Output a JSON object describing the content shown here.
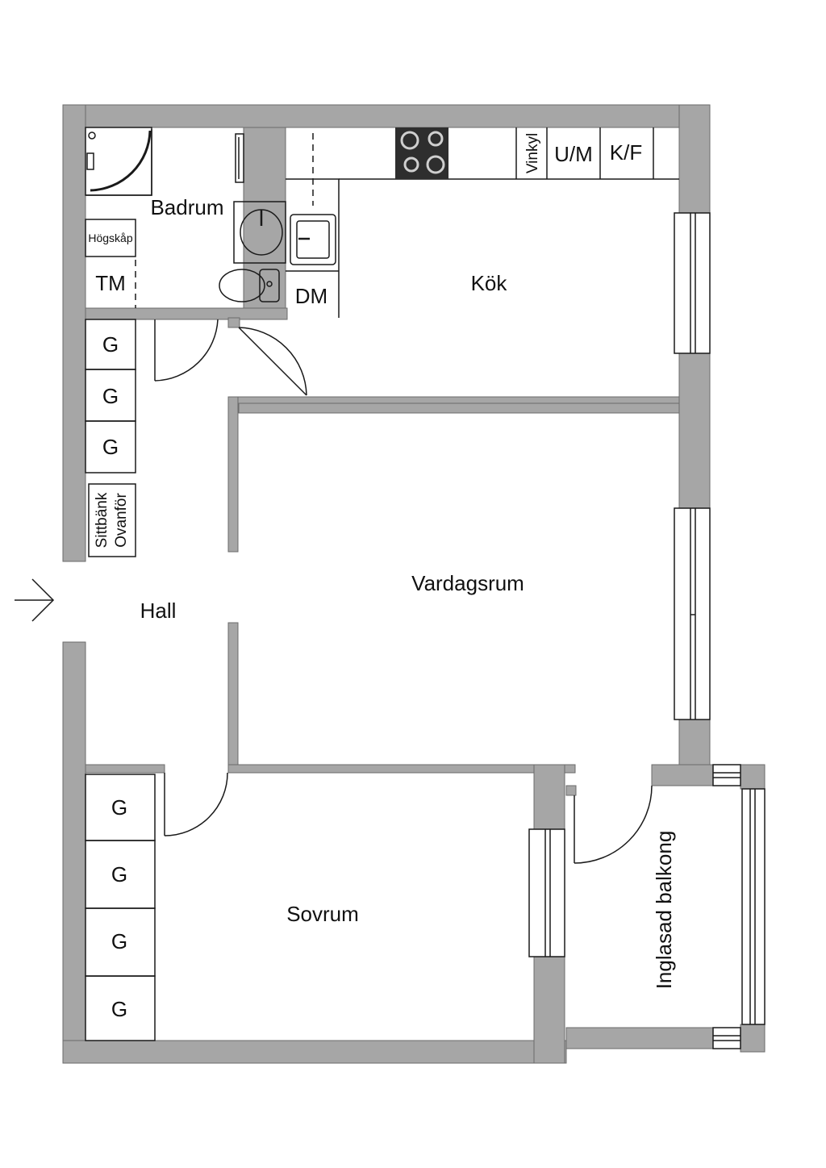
{
  "colors": {
    "wall": "#a6a6a6",
    "wall_edge": "#6b6b6b",
    "floor": "#ffffff",
    "line": "#1a1a1a",
    "stove": "#2e2e2e"
  },
  "rooms": {
    "badrum": "Badrum",
    "kok": "Kök",
    "vardagsrum": "Vardagsrum",
    "hall": "Hall",
    "sovrum": "Sovrum",
    "balkong": "Inglasad balkong"
  },
  "fixtures": {
    "hogskap": "Högskåp",
    "tm": "TM",
    "dm": "DM",
    "vinkyl": "Vinkyl",
    "um": "U/M",
    "kf": "K/F",
    "sittbank": "Sittbänk",
    "ovanfor": "Ovanför",
    "wardrobe_hall": [
      "G",
      "G",
      "G"
    ],
    "wardrobe_sovrum": [
      "G",
      "G",
      "G",
      "G"
    ]
  },
  "icons": [
    "entrance-arrow-icon",
    "shower-icon",
    "sink-icon",
    "toilet-icon",
    "stove-icon",
    "kitchen-sink-icon",
    "window-icon",
    "door-swing-icon"
  ]
}
